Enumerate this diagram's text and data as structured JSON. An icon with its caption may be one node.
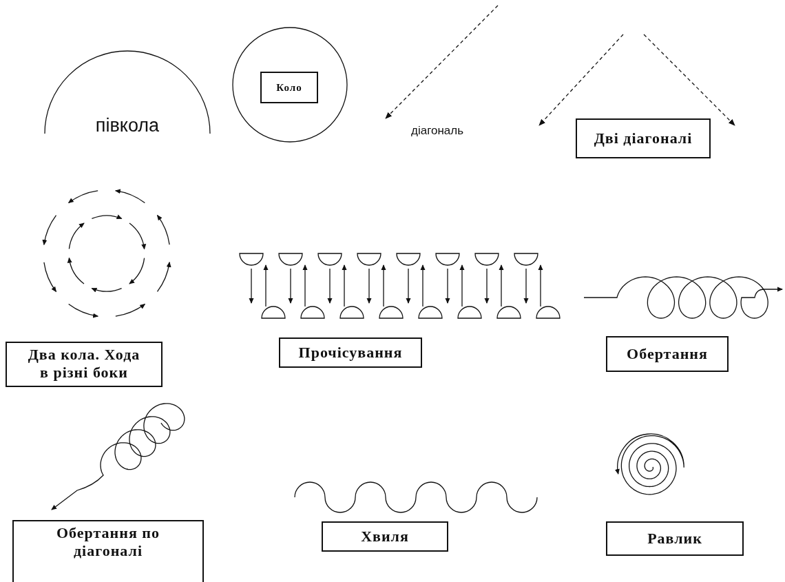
{
  "diagram": {
    "nodes": [
      {
        "text": [
          "півкола"
        ]
      },
      {
        "text": [],
        "shape": "circle"
      },
      {
        "text": [
          "Коло"
        ],
        "in": 1
      },
      {
        "text": [
          "Дві діагоналі"
        ]
      },
      {
        "text": [
          "Два кола. Хода в різні боки"
        ]
      },
      {
        "text": [
          "Прочісування"
        ]
      },
      {
        "text": [
          "Обертання"
        ]
      },
      {
        "text": [
          "Обертання по діагоналі"
        ]
      },
      {
        "text": [
          "Хвиля"
        ]
      },
      {
        "text": [
          "Равлик"
        ]
      }
    ],
    "edges": [],
    "labels": [
      "діагональ"
    ]
  }
}
